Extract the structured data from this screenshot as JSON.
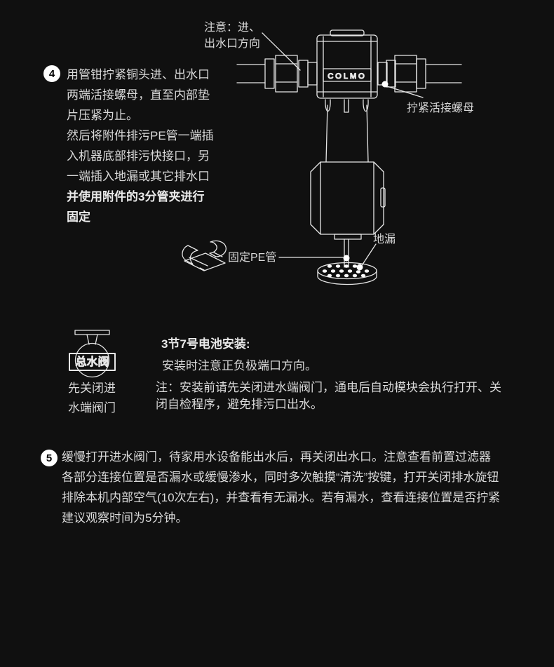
{
  "page": {
    "background": "#101010",
    "text_color": "#d9d9d9"
  },
  "diagram": {
    "brand": "COLMO",
    "top_note": "注意：进、\n出水口方向",
    "union_nut_label": "拧紧活接螺母",
    "floor_drain_label": "地漏",
    "fix_pe_label": "固定PE管"
  },
  "step4": {
    "number": "4",
    "text": "用管钳拧紧铜头进、出水口\n两端活接螺母，直至内部垫\n片压紧为止。\n然后将附件排污PE管一端插\n入机器底部排污快接口，另\n一端插入地漏或其它排水口",
    "bold_text": "并使用附件的3分管夹进行\n固定"
  },
  "valve": {
    "label": "总水阀",
    "caption": "先关闭进\n水端阀门"
  },
  "battery": {
    "title": "3节7号电池安装:",
    "line": "安装时注意正负极端口方向。",
    "note": "注：安装前请先关闭进水端阀门，通电后自动模块会执行打开、关\n闭自检程序，避免排污口出水。"
  },
  "step5": {
    "number": "5",
    "text": "缓慢打开进水阀门，待家用水设备能出水后，再关闭出水口。注意查看前置过滤器\n各部分连接位置是否漏水或缓慢渗水，同时多次触摸“清洗”按键，打开关闭排水旋钮\n排除本机内部空气(10次左右)，并查看有无漏水。若有漏水，查看连接位置是否拧紧\n建议观察时间为5分钟。"
  }
}
